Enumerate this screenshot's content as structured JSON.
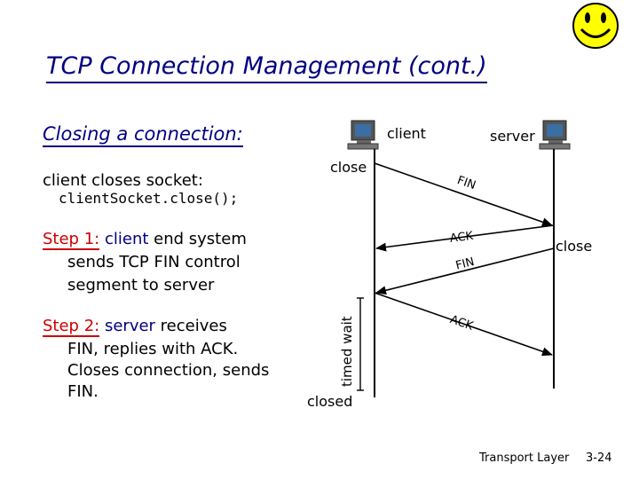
{
  "title": "TCP Connection Management (cont.)",
  "heading": "Closing a connection:",
  "intro": {
    "line1": "client closes socket:",
    "code": "clientSocket.close();"
  },
  "step1": {
    "label": "Step 1:",
    "actor": "client",
    "rest": " end system",
    "line2": "sends TCP FIN control",
    "line3": "segment to server"
  },
  "step2": {
    "label": "Step 2:",
    "actor": "server",
    "rest": " receives",
    "line2": "FIN, replies with ACK.",
    "line3": "Closes connection, sends",
    "line4": "FIN."
  },
  "diagram": {
    "client_label": "client",
    "server_label": "server",
    "close_client": "close",
    "close_server": "close",
    "timed_wait": "timed wait",
    "closed": "closed",
    "messages": [
      "FIN",
      "ACK",
      "FIN",
      "ACK"
    ]
  },
  "footer": {
    "course": "Transport Layer",
    "page": "3-24"
  },
  "icons": [
    "smiley-icon",
    "client-computer-icon",
    "server-computer-icon"
  ]
}
